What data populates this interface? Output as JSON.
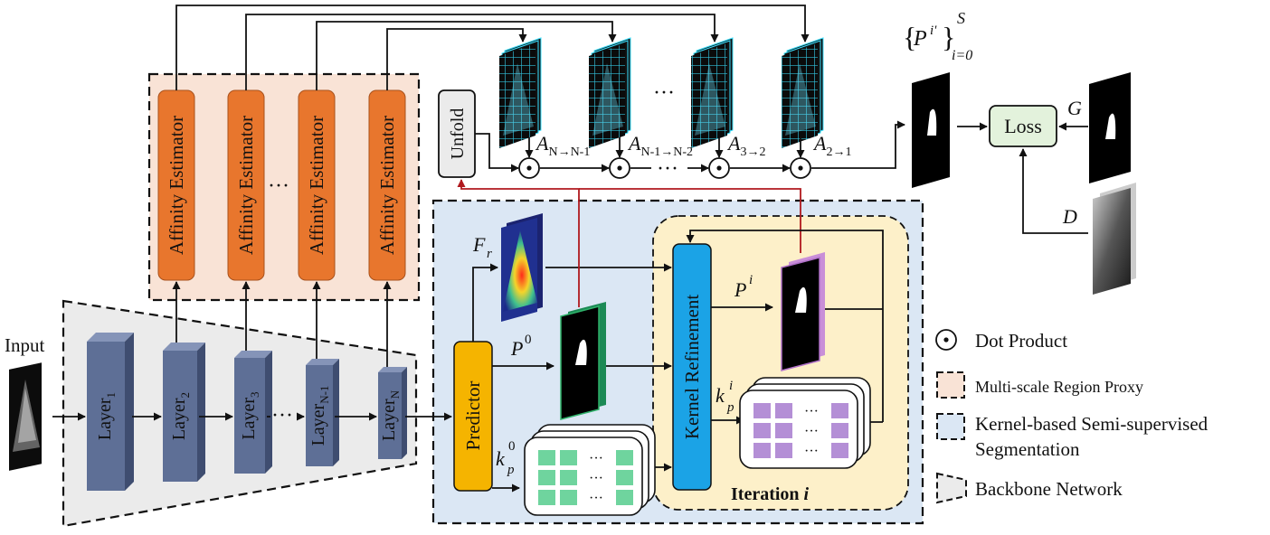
{
  "input_label": "Input",
  "backbone": {
    "layers": [
      {
        "base": "Layer",
        "sub": "1"
      },
      {
        "base": "Layer",
        "sub": "2"
      },
      {
        "base": "Layer",
        "sub": "3"
      },
      {
        "base": "Layer",
        "sub": "N-1"
      },
      {
        "base": "Layer",
        "sub": "N"
      }
    ],
    "ellipsis": "···"
  },
  "region_proxy": {
    "estimator_label": "Affinity Estimator",
    "ellipsis": "···"
  },
  "unfold_label": "Unfold",
  "affinity": {
    "label_A": "A",
    "subscripts": [
      "N→N-1",
      "N-1→N-2",
      "3→2",
      "2→1"
    ],
    "ellipsis": "···"
  },
  "output_set": {
    "P": "P",
    "sup": "i'",
    "sub": "i=0",
    "S": "S"
  },
  "loss": {
    "label": "Loss",
    "G": "G",
    "D": "D"
  },
  "semi": {
    "predictor_label": "Predictor",
    "Fr": {
      "base": "F",
      "sub": "r"
    },
    "P0": {
      "base": "P",
      "sup": "0"
    },
    "kp0": {
      "base": "k",
      "sub": "p",
      "sup": "0"
    },
    "kernel_refinement_label": "Kernel Refinement",
    "Pi": {
      "base": "P",
      "sup": "i"
    },
    "kpi": {
      "base": "k",
      "sub": "p",
      "sup": "i"
    },
    "iteration_label": "Iteration ",
    "iteration_var": "i",
    "dots": "···"
  },
  "legend": {
    "dot_product": "Dot Product",
    "region_proxy": "Multi-scale Region Proxy",
    "semi_line1": "Kernel-based Semi-supervised",
    "semi_line2": "Segmentation",
    "backbone": "Backbone Network"
  },
  "colors": {
    "estimator_fill": "#e8762d",
    "layer_fill": "#5e6f96",
    "predictor_fill": "#f5b400",
    "kernel_refinement_fill": "#1ba3e6",
    "proxy_bg": "#f9e3d6",
    "semi_bg": "#dbe7f4",
    "iteration_bg": "#fdf0c9",
    "backbone_bg": "#ebebeb",
    "loss_fill": "#e3f2dc",
    "kernel_cell_green": "#6fd49e",
    "kernel_cell_purple": "#b48fd6",
    "red_arrow": "#b0191e"
  }
}
